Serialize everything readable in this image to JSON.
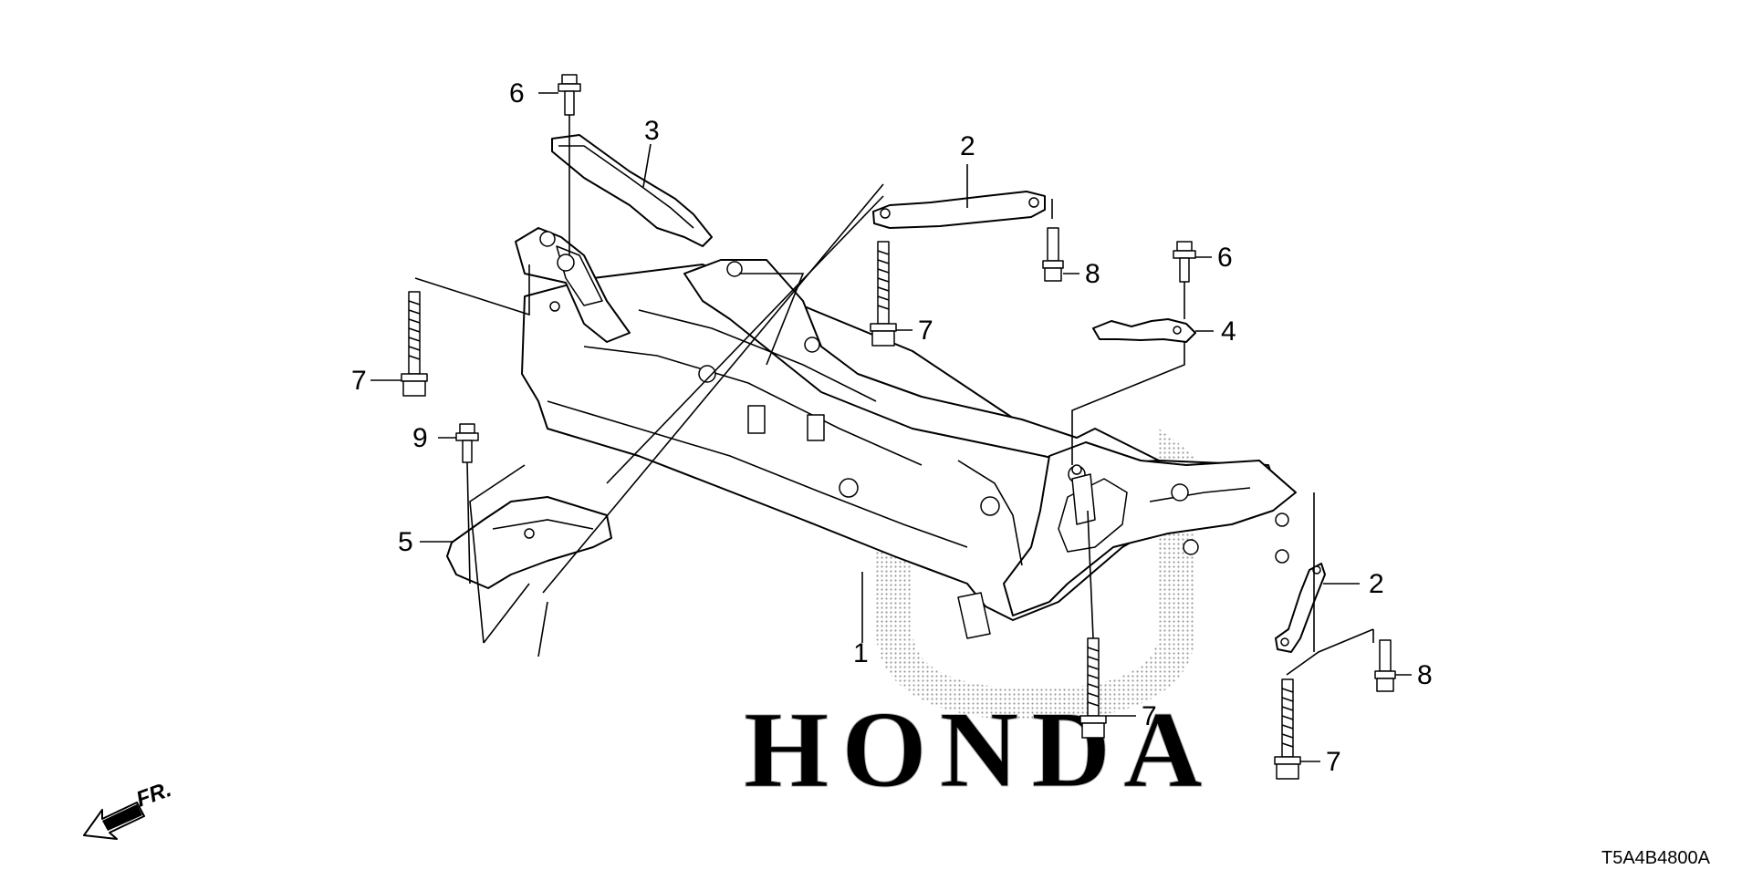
{
  "diagram_code": "T5A4B4800A",
  "front_indicator": "FR.",
  "watermark": {
    "brand_text": "HONDA",
    "logo": "honda-h-logo"
  },
  "callouts": {
    "c1": "1",
    "c2a": "2",
    "c2b": "2",
    "c3": "3",
    "c4": "4",
    "c5": "5",
    "c6a": "6",
    "c6b": "6",
    "c7a": "7",
    "c7b": "7",
    "c7c": "7",
    "c7d": "7",
    "c8a": "8",
    "c8b": "8",
    "c9": "9"
  },
  "icons": {
    "front_arrow": "arrow-down-left-icon"
  }
}
